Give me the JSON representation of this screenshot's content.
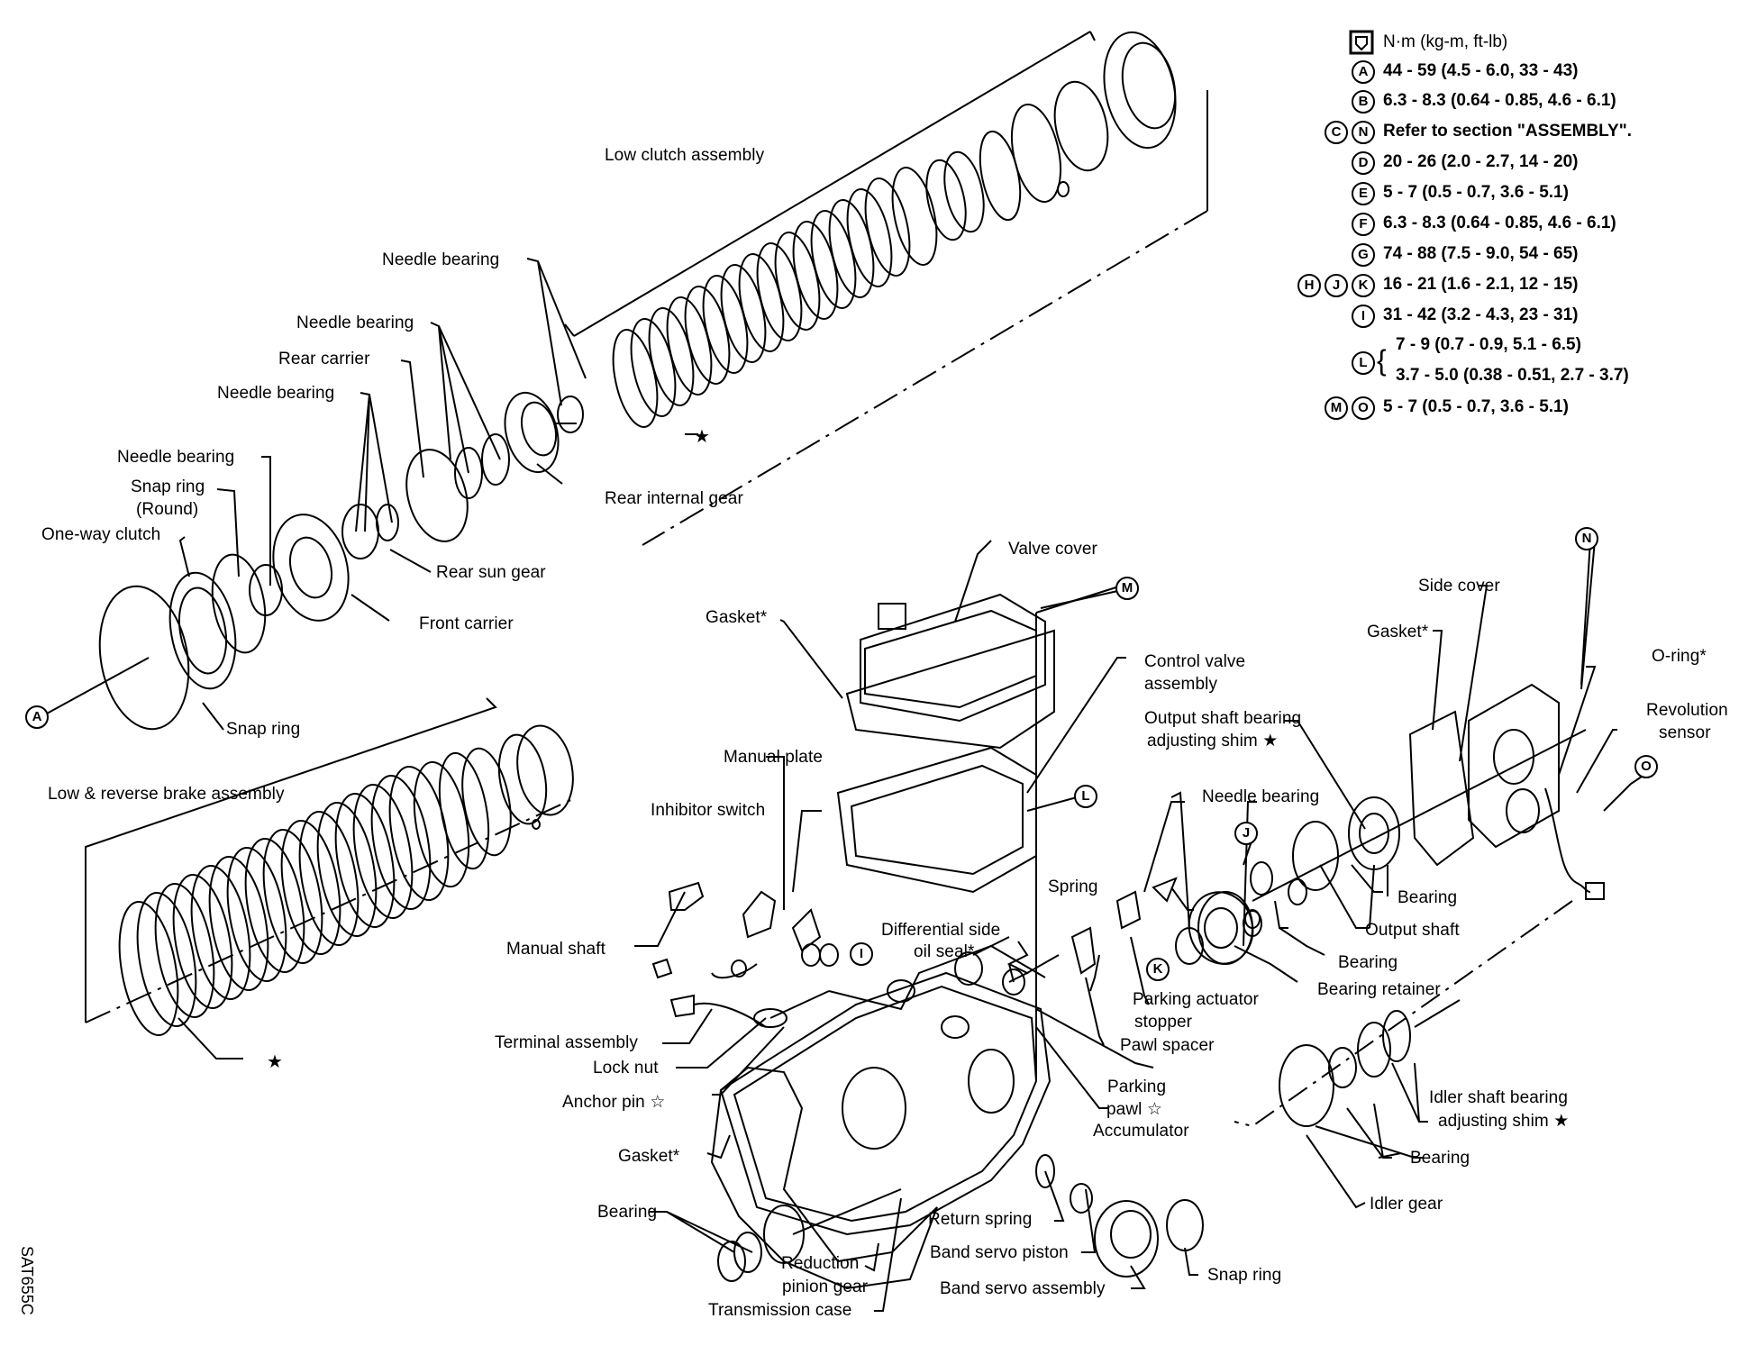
{
  "figure_id": "SAT655C",
  "legend": {
    "torque_unit": "N·m (kg-m, ft-lb)",
    "rows": [
      {
        "keys": [
          "A"
        ],
        "value": "44 - 59 (4.5 - 6.0, 33 - 43)"
      },
      {
        "keys": [
          "B"
        ],
        "value": "6.3 - 8.3 (0.64 - 0.85, 4.6 - 6.1)"
      },
      {
        "keys": [
          "C",
          "N"
        ],
        "value": "Refer to section \"ASSEMBLY\"."
      },
      {
        "keys": [
          "D"
        ],
        "value": "20 - 26 (2.0 - 2.7, 14 - 20)"
      },
      {
        "keys": [
          "E"
        ],
        "value": "5 - 7 (0.5 - 0.7, 3.6 - 5.1)"
      },
      {
        "keys": [
          "F"
        ],
        "value": "6.3 - 8.3 (0.64 - 0.85, 4.6 - 6.1)"
      },
      {
        "keys": [
          "G"
        ],
        "value": "74 - 88 (7.5 - 9.0, 54 - 65)"
      },
      {
        "keys": [
          "H",
          "J",
          "K"
        ],
        "value": "16 - 21 (1.6 - 2.1, 12 - 15)"
      },
      {
        "keys": [
          "I"
        ],
        "value": "31 - 42 (3.2 - 4.3, 23 - 31)"
      },
      {
        "keys": [
          "L"
        ],
        "value": "7 - 9 (0.7 - 0.9, 5.1 - 6.5)",
        "value2": "3.7 - 5.0 (0.38 - 0.51, 2.7 - 3.7)"
      },
      {
        "keys": [
          "M",
          "O"
        ],
        "value": "5 - 7 (0.5 - 0.7, 3.6 - 5.1)"
      }
    ]
  },
  "labels": {
    "low_clutch_assembly": "Low clutch assembly",
    "needle_bearing_1": "Needle bearing",
    "needle_bearing_2": "Needle bearing",
    "rear_carrier": "Rear carrier",
    "needle_bearing_3": "Needle bearing",
    "needle_bearing_4": "Needle bearing",
    "snap_ring_round_1": "Snap ring",
    "snap_ring_round_2": "(Round)",
    "one_way_clutch": "One-way clutch",
    "rear_internal_gear": "Rear internal gear",
    "rear_sun_gear": "Rear sun gear",
    "front_carrier": "Front carrier",
    "snap_ring_left": "Snap ring",
    "low_reverse_brake": "Low & reverse brake assembly",
    "valve_cover": "Valve cover",
    "gasket_top": "Gasket*",
    "control_valve_1": "Control valve",
    "control_valve_2": "assembly",
    "output_shim_1": "Output shaft bearing",
    "output_shim_2": "adjusting shim ★",
    "side_cover": "Side cover",
    "gasket_right": "Gasket*",
    "o_ring": "O-ring*",
    "revolution_sensor_1": "Revolution",
    "revolution_sensor_2": "sensor",
    "manual_plate": "Manual plate",
    "inhibitor_switch": "Inhibitor switch",
    "needle_bearing_5": "Needle bearing",
    "spring": "Spring",
    "diff_seal_1": "Differential side",
    "diff_seal_2": "oil seal*",
    "manual_shaft": "Manual shaft",
    "bearing_1": "Bearing",
    "output_shaft": "Output shaft",
    "bearing_2": "Bearing",
    "bearing_retainer": "Bearing retainer",
    "parking_actuator_1": "Parking actuator",
    "parking_actuator_2": "stopper",
    "pawl_spacer": "Pawl spacer",
    "parking_pawl_1": "Parking",
    "parking_pawl_2": "pawl ☆",
    "accumulator": "Accumulator",
    "terminal_assembly": "Terminal assembly",
    "lock_nut": "Lock nut",
    "anchor_pin": "Anchor pin ☆",
    "gasket_bottom": "Gasket*",
    "bearing_bottom": "Bearing",
    "reduction_1": "Reduction",
    "reduction_2": "pinion gear",
    "transmission_case": "Transmission case",
    "return_spring": "Return spring",
    "band_servo_piston": "Band servo piston",
    "band_servo_assembly": "Band servo assembly",
    "snap_ring_bottom": "Snap ring",
    "idler_shim_1": "Idler shaft bearing",
    "idler_shim_2": "adjusting shim ★",
    "bearing_idler": "Bearing",
    "idler_gear": "Idler gear"
  },
  "callouts": {
    "A": "A",
    "I": "I",
    "L": "L",
    "M": "M",
    "N": "N",
    "O": "O",
    "J": "J",
    "K": "K"
  },
  "stars": {
    "star": "★"
  }
}
